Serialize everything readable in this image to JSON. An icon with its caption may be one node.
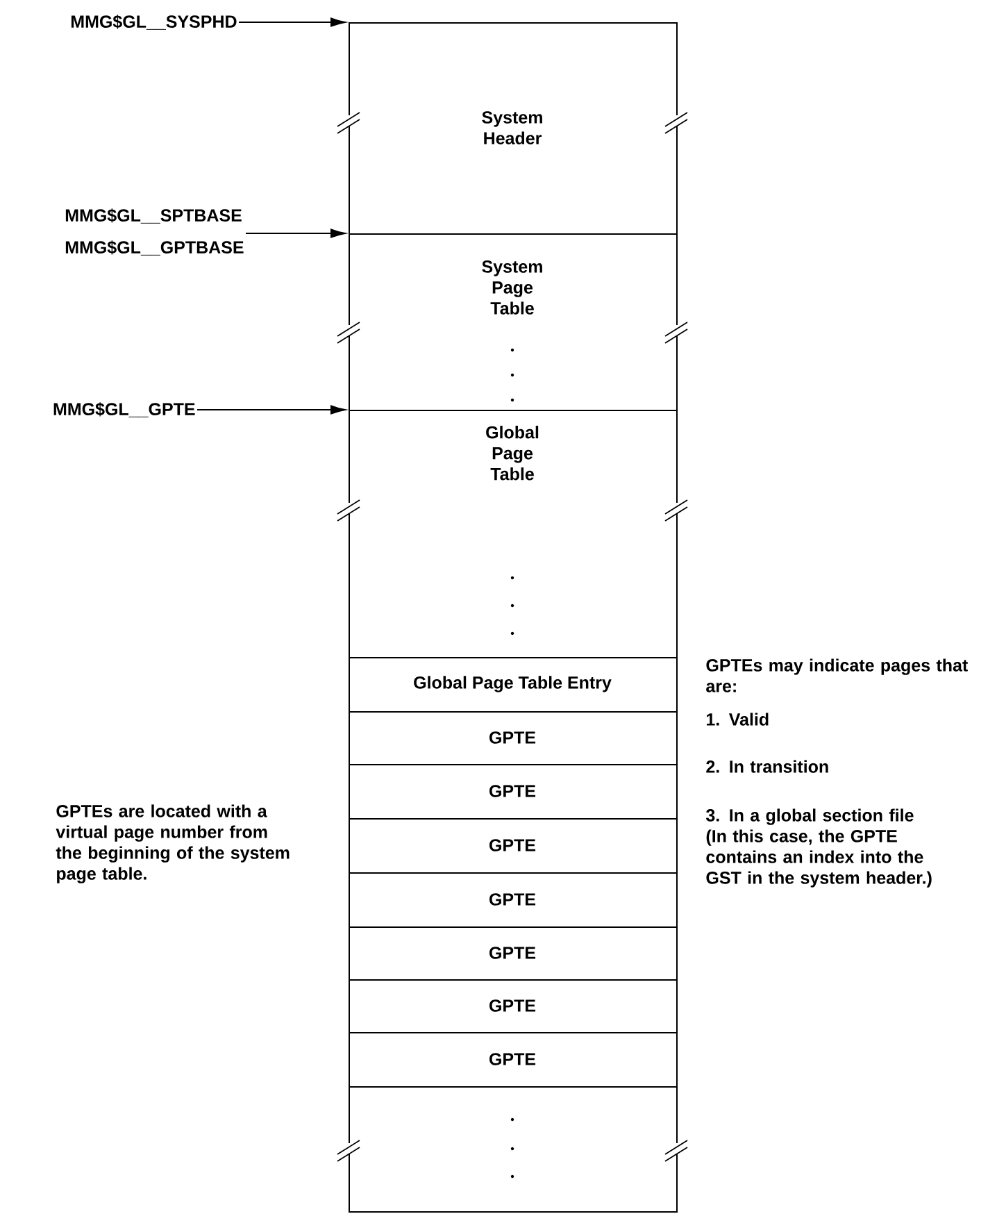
{
  "diagram": {
    "nodes": [
      {
        "text": [
          "MMG$GL__SYSPHD"
        ]
      },
      {
        "text": [
          "MMG$GL__SPTBASE",
          "MMG$GL__GPTBASE"
        ]
      },
      {
        "text": [
          "MMG$GL__GPTE"
        ]
      },
      {
        "text": [
          "System Header"
        ]
      },
      {
        "text": [
          "System Page Table"
        ]
      },
      {
        "text": [
          "Global Page Table"
        ]
      },
      {
        "text": [
          "Global Page Table Entry"
        ]
      },
      {
        "text": [
          "GPTE"
        ]
      },
      {
        "text": [
          "GPTE"
        ]
      },
      {
        "text": [
          "GPTE"
        ]
      },
      {
        "text": [
          "GPTE"
        ]
      },
      {
        "text": [
          "GPTE"
        ]
      },
      {
        "text": [
          "GPTE"
        ]
      },
      {
        "text": [
          "GPTE"
        ]
      },
      {
        "text": [],
        "shape": "box"
      }
    ],
    "edges": [
      {
        "from": 0,
        "to": 3,
        "arrow": "to"
      },
      {
        "from": 1,
        "to": 4,
        "arrow": "to"
      },
      {
        "from": 2,
        "to": 5,
        "arrow": "to"
      }
    ],
    "labels": [
      "GPTEs are located with a virtual page number from the beginning of the system page table.",
      "GPTEs may indicate pages that are:",
      "1. Valid",
      "2. In transition",
      "3. In a global section file (In this case, the GPTE contains an index into the GST in the system header.)"
    ]
  }
}
